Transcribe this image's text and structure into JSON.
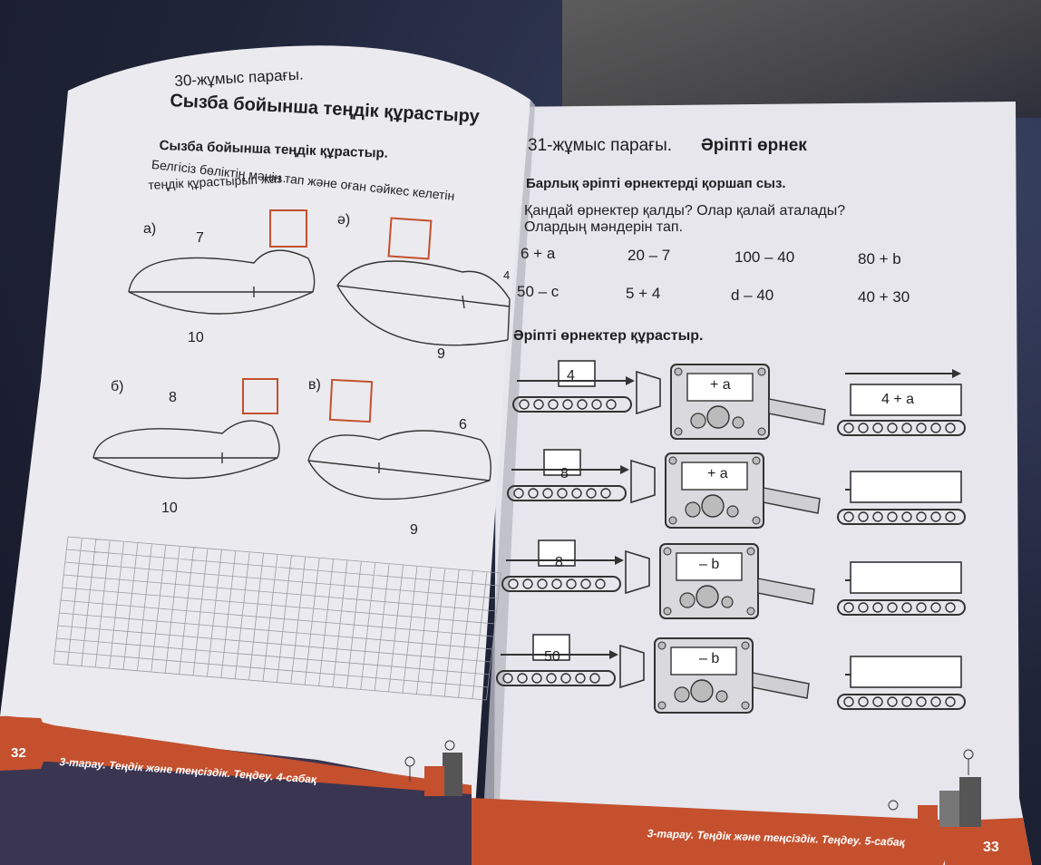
{
  "left_page": {
    "worksheet_number": "30-жұмыс парағы.",
    "title": "Сызба бойынша теңдік құрастыру",
    "task_heading": "Сызба бойынша теңдік құрастыр.",
    "task_line1": "Белгісіз бөліктің мәнін тап және оған сәйкес келетін",
    "task_line2": "теңдік құрастырып жаз.",
    "diagrams": [
      {
        "label": "а)",
        "top": "7",
        "bottom": "10"
      },
      {
        "label": "ә)",
        "right": "4",
        "bottom": "9"
      },
      {
        "label": "б)",
        "top": "8",
        "bottom": "10"
      },
      {
        "label": "в)",
        "right": "6",
        "bottom": "9"
      }
    ],
    "page_number": "32",
    "footer": "3-тарау. Теңдік және теңсіздік. Теңдеу. 4-сабақ"
  },
  "right_page": {
    "worksheet_label": "31-жұмыс парағы.",
    "worksheet_title": "Әріпті өрнек",
    "task1_heading": "Барлық әріпті өрнектерді қоршап сыз.",
    "task1_line2": "Қандай өрнектер қалды? Олар қалай аталады?",
    "task1_line3": "Олардың мәндерін тап.",
    "expressions_row1": [
      "6 + a",
      "20 – 7",
      "100 – 40",
      "80 + b"
    ],
    "expressions_row2": [
      "50 – c",
      "5 + 4",
      "d – 40",
      "40 + 30"
    ],
    "task2_heading": "Әріпті өрнектер құрастыр.",
    "machines": [
      {
        "input": "4",
        "operation": "+ a",
        "output": "4 + a"
      },
      {
        "input": "8",
        "operation": "+ a",
        "output": ""
      },
      {
        "input": "8",
        "operation": "– b",
        "output": ""
      },
      {
        "input": "50",
        "operation": "– b",
        "output": ""
      }
    ],
    "page_number": "33",
    "footer": "3-тарау. Теңдік және теңсіздік. Теңдеу. 5-сабақ"
  },
  "colors": {
    "accent": "#c4502e",
    "paper": "#e9e9ee",
    "ink": "#1f1f22"
  }
}
